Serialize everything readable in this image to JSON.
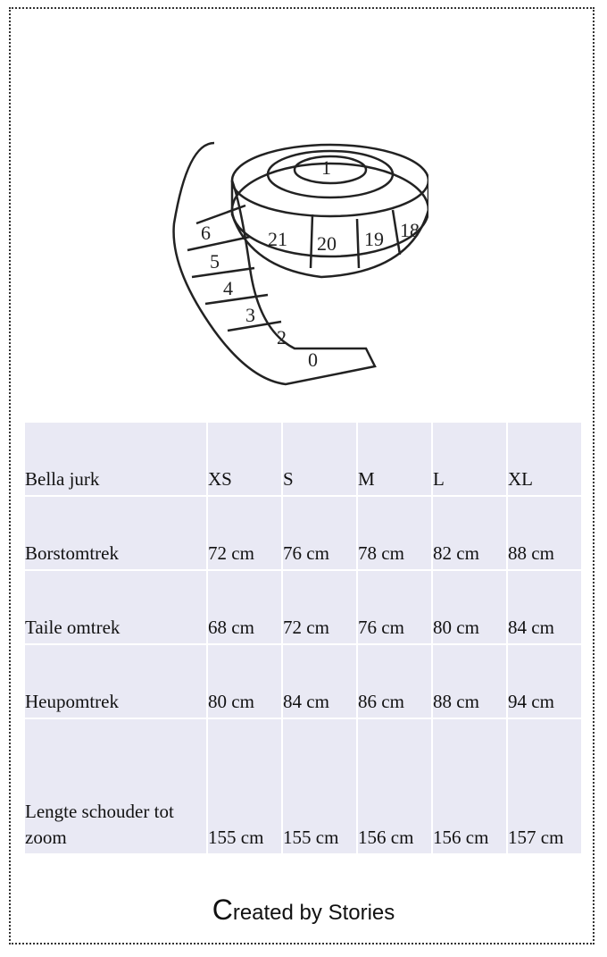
{
  "table": {
    "header": [
      "Bella jurk",
      "XS",
      "S",
      "M",
      "L",
      "XL"
    ],
    "rows": [
      [
        "Borstomtrek",
        "72 cm",
        "76 cm",
        "78 cm",
        "82 cm",
        "88 cm"
      ],
      [
        "Taile omtrek",
        "68 cm",
        "72 cm",
        "76 cm",
        "80 cm",
        "84 cm"
      ],
      [
        "Heupomtrek",
        "80 cm",
        "84 cm",
        "86 cm",
        "88 cm",
        "94 cm"
      ],
      [
        "Lengte schouder tot zoom",
        "155 cm",
        "155 cm",
        "156 cm",
        "156 cm",
        "157 cm"
      ]
    ]
  },
  "illustration": {
    "tape_numbers": [
      "1",
      "2",
      "3",
      "4",
      "5",
      "6",
      "18",
      "19",
      "20",
      "21"
    ]
  },
  "footer": {
    "initial": "C",
    "rest": "reated by Stories"
  }
}
